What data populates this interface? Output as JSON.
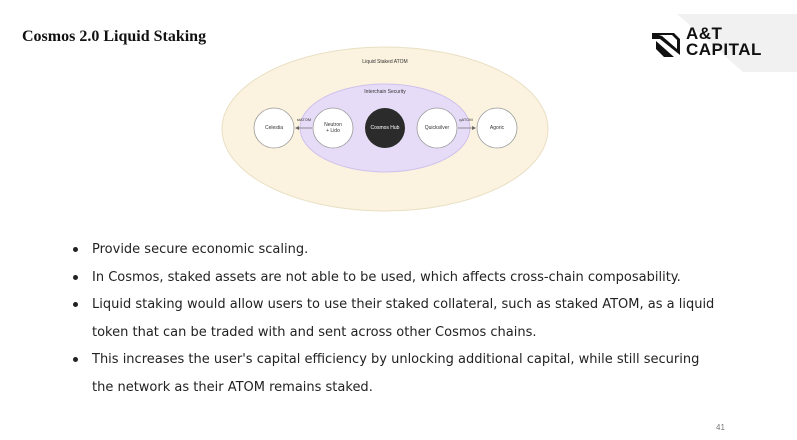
{
  "slide": {
    "title": "Cosmos 2.0 Liquid Staking",
    "page_number": "41"
  },
  "logo": {
    "line1": "A&T",
    "line2": "CAPITAL",
    "icon": "at-capital-logo-icon"
  },
  "diagram": {
    "outer_label": "Liquid Staked ATOM",
    "inner_label": "Interchain Security",
    "nodes": {
      "celestia": "Celestia",
      "neutron": "Neutron\n+ Lido",
      "cosmos_hub": "Cosmos Hub",
      "quicksilver": "Quicksilver",
      "agoric": "Agoric"
    },
    "arrow_left_label": "stATOM",
    "arrow_right_label": "qATOM",
    "colors": {
      "outer_fill": "#fbf3df",
      "inner_fill": "#e6dcf7",
      "hub_fill": "#2b2b2b"
    }
  },
  "bullets": [
    "Provide secure economic scaling.",
    "In Cosmos, staked assets are not able to be used, which affects cross-chain composability.",
    "Liquid staking would allow users to use their staked collateral, such as staked ATOM, as a liquid",
    "token that can be traded with and sent across other Cosmos chains.",
    "This increases the user's capital efficiency by unlocking additional capital, while still securing",
    "the network as their ATOM remains staked."
  ]
}
